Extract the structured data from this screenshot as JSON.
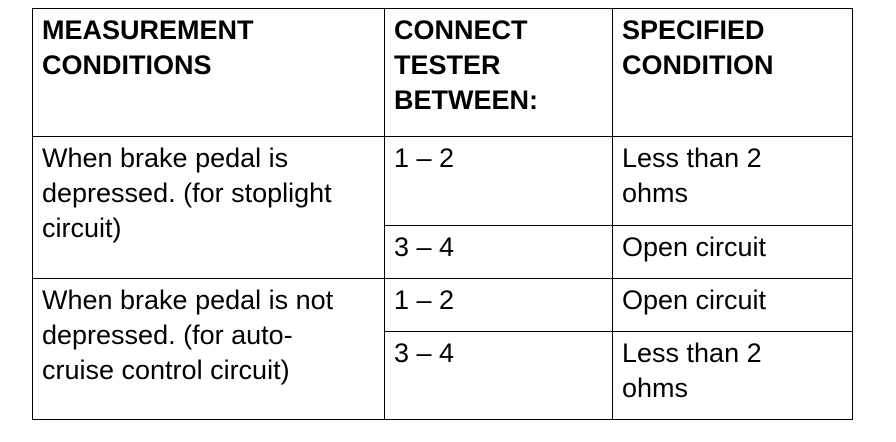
{
  "table": {
    "headers": [
      "MEASUREMENT\nCONDITIONS",
      "CONNECT\nTESTER\nBETWEEN:",
      "SPECIFIED\nCONDITION"
    ],
    "groups": [
      {
        "condition": "When brake pedal is\ndepressed. (for stoplight\ncircuit)",
        "rows": [
          {
            "terminals": "1 – 2",
            "specified": "Less than 2\nohms"
          },
          {
            "terminals": "3 – 4",
            "specified": "Open circuit"
          }
        ]
      },
      {
        "condition": "When brake pedal is not\ndepressed. (for auto-\ncruise control circuit)",
        "rows": [
          {
            "terminals": "1 – 2",
            "specified": "Open circuit"
          },
          {
            "terminals": "3 – 4",
            "specified": "Less than 2\nohms"
          }
        ]
      }
    ]
  }
}
